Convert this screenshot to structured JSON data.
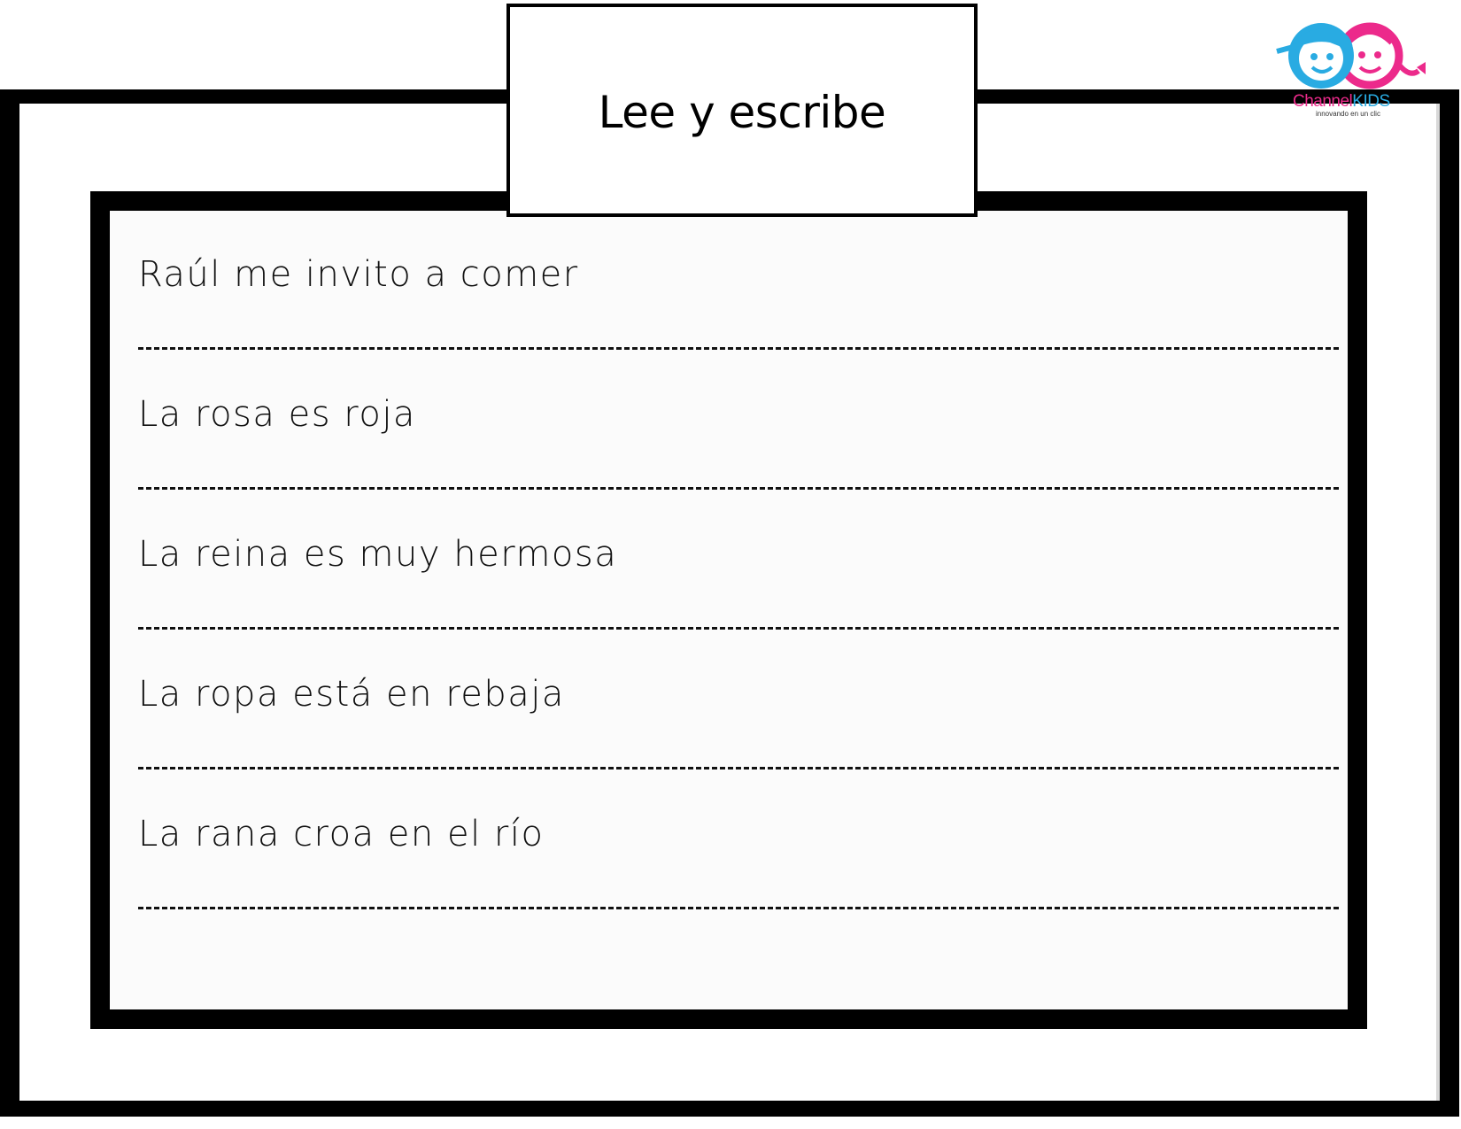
{
  "title": "Lee y escribe",
  "logo": {
    "name": "ChannelKIDS",
    "name_part1": "Channel",
    "name_part2": "KIDS",
    "tagline": "innovando en un clic",
    "colors": {
      "boy": "#29abe2",
      "girl": "#ec2a8b"
    }
  },
  "exercises": [
    {
      "sentence": "Raúl me invito a comer"
    },
    {
      "sentence": "La rosa es roja"
    },
    {
      "sentence": "La reina es muy hermosa"
    },
    {
      "sentence": "La ropa está en rebaja"
    },
    {
      "sentence": "La rana croa en el río"
    }
  ]
}
